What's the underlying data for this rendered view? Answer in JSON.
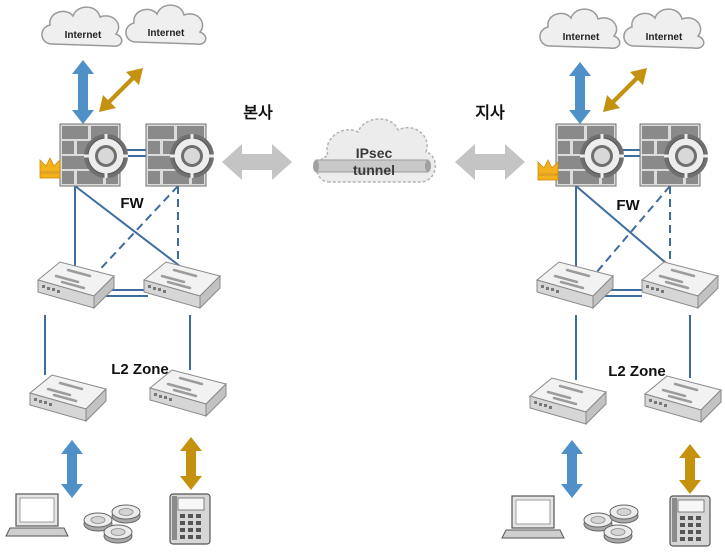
{
  "labels": {
    "internet": "Internet",
    "fw": "FW",
    "l2_zone": "L2 Zone",
    "hq": "본사",
    "branch": "지사",
    "tunnel_line1": "IPsec",
    "tunnel_line2": "tunnel"
  },
  "colors": {
    "blue_arrow": "#4f90c9",
    "gold_arrow": "#c4920e",
    "grey_arrow": "#c4c4c4",
    "link": "#3f6c9e",
    "crown": "#f3b21c",
    "firewall_brick": "#8c8c8c",
    "switch_body": "#e8e8e8"
  },
  "icons": [
    "cloud-icon",
    "firewall-icon",
    "crown-icon",
    "switch-icon",
    "laptop-icon",
    "wireless-ap-icon",
    "ip-phone-icon"
  ]
}
